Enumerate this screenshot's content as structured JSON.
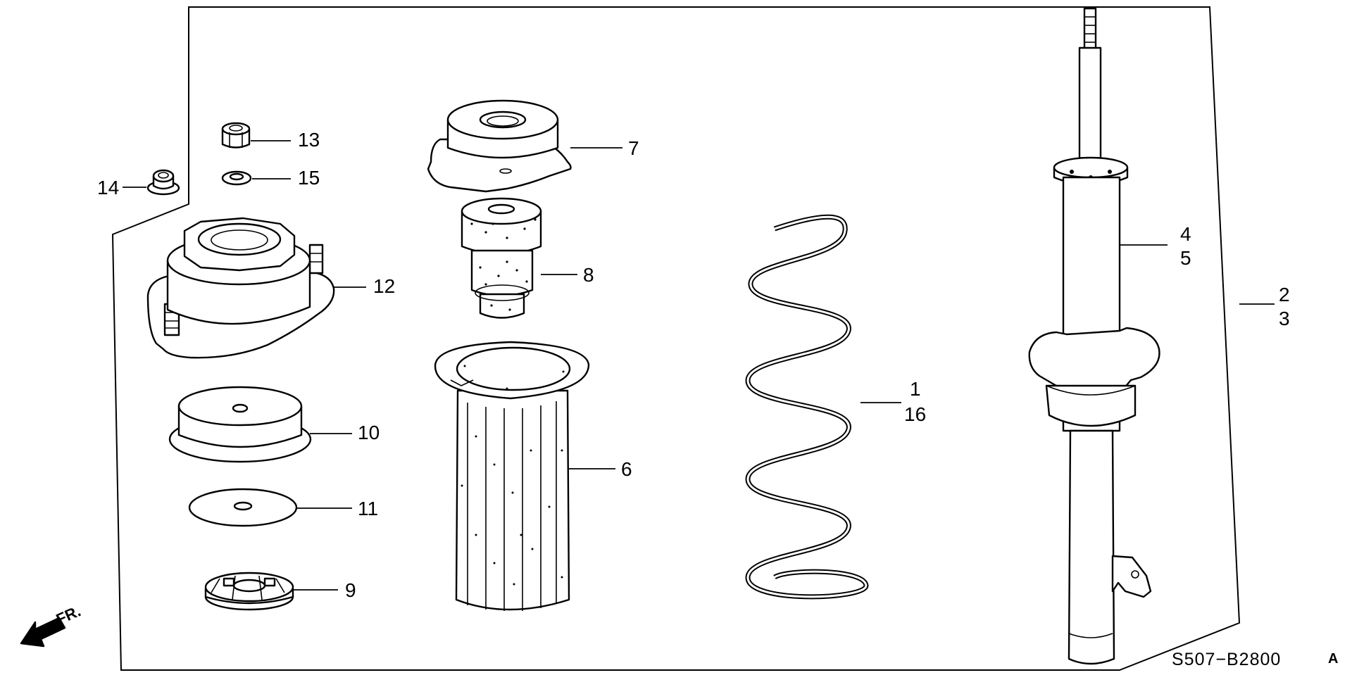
{
  "diagram": {
    "drawing_code": "S507−B2800",
    "drawing_suffix": "A",
    "direction_label": "FR.",
    "parts": [
      {
        "id": "p1",
        "name": "coil-spring",
        "labels": [
          "1",
          "16"
        ]
      },
      {
        "id": "p2",
        "name": "strut-assembly",
        "labels": [
          "2",
          "3"
        ]
      },
      {
        "id": "p3",
        "name": "shock-absorber",
        "labels": [
          "4",
          "5"
        ]
      },
      {
        "id": "p6",
        "name": "dust-cover",
        "labels": [
          "6"
        ]
      },
      {
        "id": "p7",
        "name": "spring-upper-seat",
        "labels": [
          "7"
        ]
      },
      {
        "id": "p8",
        "name": "bump-stop-rubber",
        "labels": [
          "8"
        ]
      },
      {
        "id": "p9",
        "name": "mount-bushing",
        "labels": [
          "9"
        ]
      },
      {
        "id": "p10",
        "name": "mount-base",
        "labels": [
          "10"
        ]
      },
      {
        "id": "p11",
        "name": "washer-plate",
        "labels": [
          "11"
        ]
      },
      {
        "id": "p12",
        "name": "upper-mount",
        "labels": [
          "12"
        ]
      },
      {
        "id": "p13",
        "name": "self-locking-nut",
        "labels": [
          "13"
        ]
      },
      {
        "id": "p14",
        "name": "flange-nut",
        "labels": [
          "14"
        ]
      },
      {
        "id": "p15",
        "name": "washer",
        "labels": [
          "15"
        ]
      }
    ]
  }
}
